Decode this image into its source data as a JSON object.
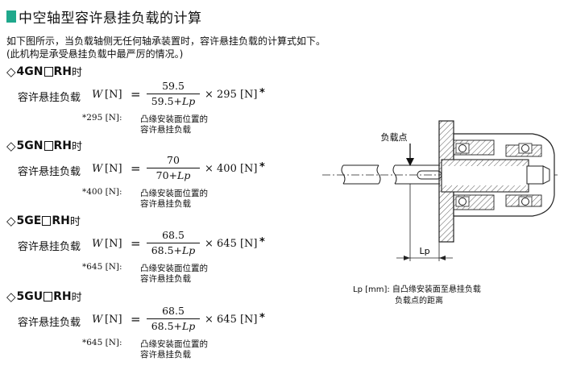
{
  "colors": {
    "title_mark": "#1fa88c",
    "text": "#111111",
    "line": "#222222",
    "hatch": "#555555"
  },
  "title": "中空轴型容许悬挂负载的计算",
  "intro": [
    "如下图所示，当负载轴侧无任何轴承装置时，容许悬挂负载的计算式如下。",
    "(此机构是承受悬挂负载中最严厉的情况。)"
  ],
  "sections": [
    {
      "diamond": "◇",
      "prefix": "4GN",
      "suffix_bold": "RH",
      "suffix": "时",
      "label": "容许悬挂负载",
      "var": "W",
      "unit": "[N]",
      "eq": "=",
      "numerator": "59.5",
      "den_const": "59.5+",
      "den_var": "Lp",
      "multiplier": "× 295 [N]",
      "star": "*",
      "note_key": "*295 [N]:",
      "note_line1": "凸缘安装面位置的",
      "note_line2": "容许悬挂负载"
    },
    {
      "diamond": "◇",
      "prefix": "5GN",
      "suffix_bold": "RH",
      "suffix": "时",
      "label": "容许悬挂负载",
      "var": "W",
      "unit": "[N]",
      "eq": "=",
      "numerator": "70",
      "den_const": "70+",
      "den_var": "Lp",
      "multiplier": "× 400 [N]",
      "star": "*",
      "note_key": "*400 [N]:",
      "note_line1": "凸缘安装面位置的",
      "note_line2": "容许悬挂负载"
    },
    {
      "diamond": "◇",
      "prefix": "5GE",
      "suffix_bold": "RH",
      "suffix": "时",
      "label": "容许悬挂负载",
      "var": "W",
      "unit": "[N]",
      "eq": "=",
      "numerator": "68.5",
      "den_const": "68.5+",
      "den_var": "Lp",
      "multiplier": "× 645 [N]",
      "star": "*",
      "note_key": "*645 [N]:",
      "note_line1": "凸缘安装面位置的",
      "note_line2": "容许悬挂负载"
    },
    {
      "diamond": "◇",
      "prefix": "5GU",
      "suffix_bold": "RH",
      "suffix": "时",
      "label": "容许悬挂负载",
      "var": "W",
      "unit": "[N]",
      "eq": "=",
      "numerator": "68.5",
      "den_const": "68.5+",
      "den_var": "Lp",
      "multiplier": "× 645 [N]",
      "star": "*",
      "note_key": "*645 [N]:",
      "note_line1": "凸缘安装面位置的",
      "note_line2": "容许悬挂负载"
    }
  ],
  "diagram": {
    "load_point_label": "负载点",
    "lp_label": "Lp",
    "caption_line1": "Lp [mm]: 自凸缘安装面至悬挂负载",
    "caption_line2": "负载点的距离"
  }
}
